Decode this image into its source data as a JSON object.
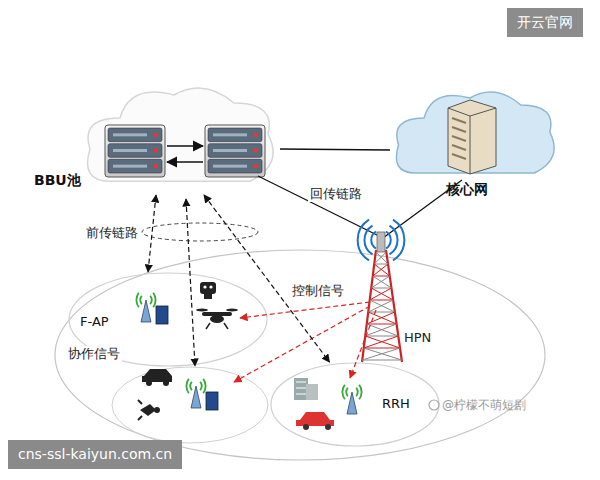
{
  "diagram": {
    "nodes": [
      {
        "text": [
          "BBU池"
        ]
      },
      {
        "text": [
          "核心网"
        ]
      },
      {
        "text": [
          "F-AP"
        ]
      },
      {
        "text": [
          "RRH"
        ]
      }
    ],
    "edges": [
      {
        "from": 0,
        "to": 1,
        "arrow": "none"
      },
      {
        "from": 0,
        "to": 2,
        "arrow": "both"
      },
      {
        "from": 0,
        "to": 3,
        "arrow": "both"
      }
    ],
    "labels": [
      "开云官网",
      "回传链路",
      "前传链路",
      "控制信号",
      "协作信号",
      "HPN",
      "@柠檬不萌短剧",
      "cns-ssl-kaiyun.com.cn"
    ]
  }
}
